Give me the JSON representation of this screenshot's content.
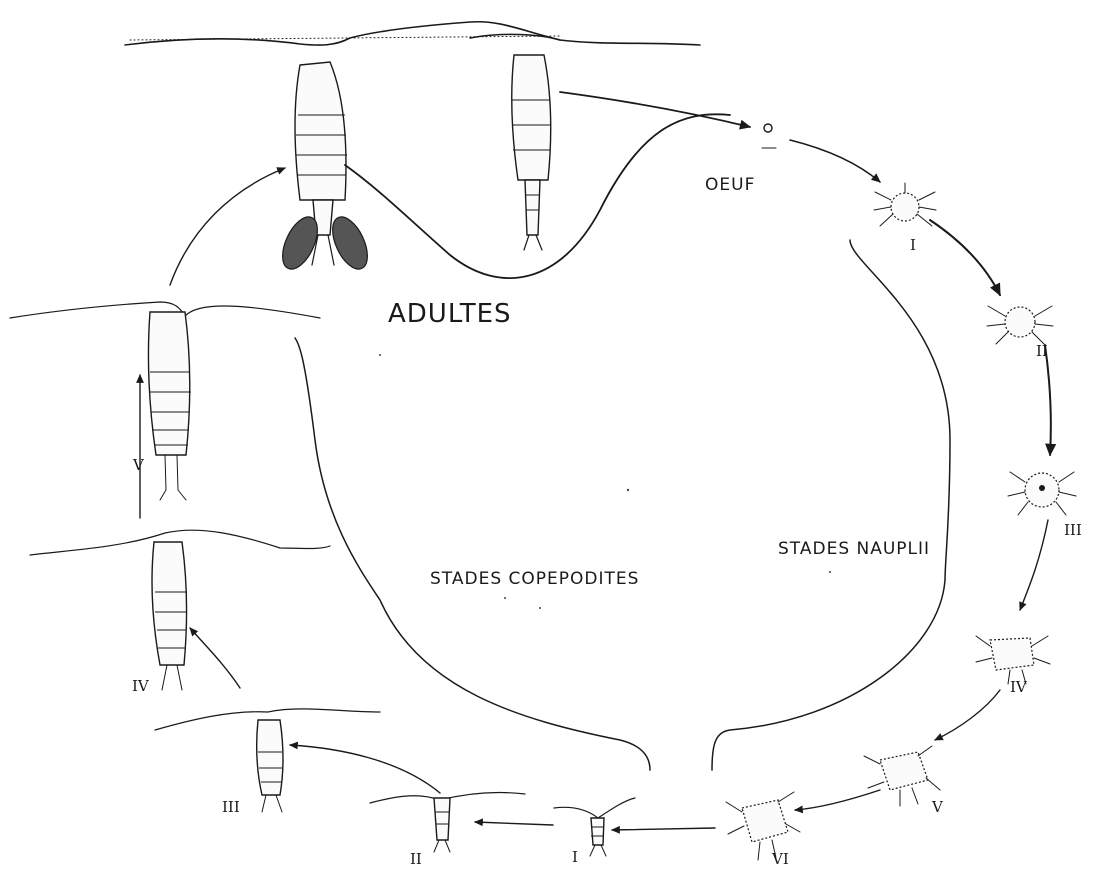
{
  "labels": {
    "adultes": "ADULTES",
    "oeuf": "OEUF",
    "nauplii": "STADES NAUPLII",
    "copepodites": "STADES COPEPODITES"
  },
  "nauplius_stages": [
    "I",
    "II",
    "III",
    "IV",
    "V",
    "VI"
  ],
  "copepodite_stages": [
    "I",
    "II",
    "III",
    "IV",
    "V"
  ]
}
